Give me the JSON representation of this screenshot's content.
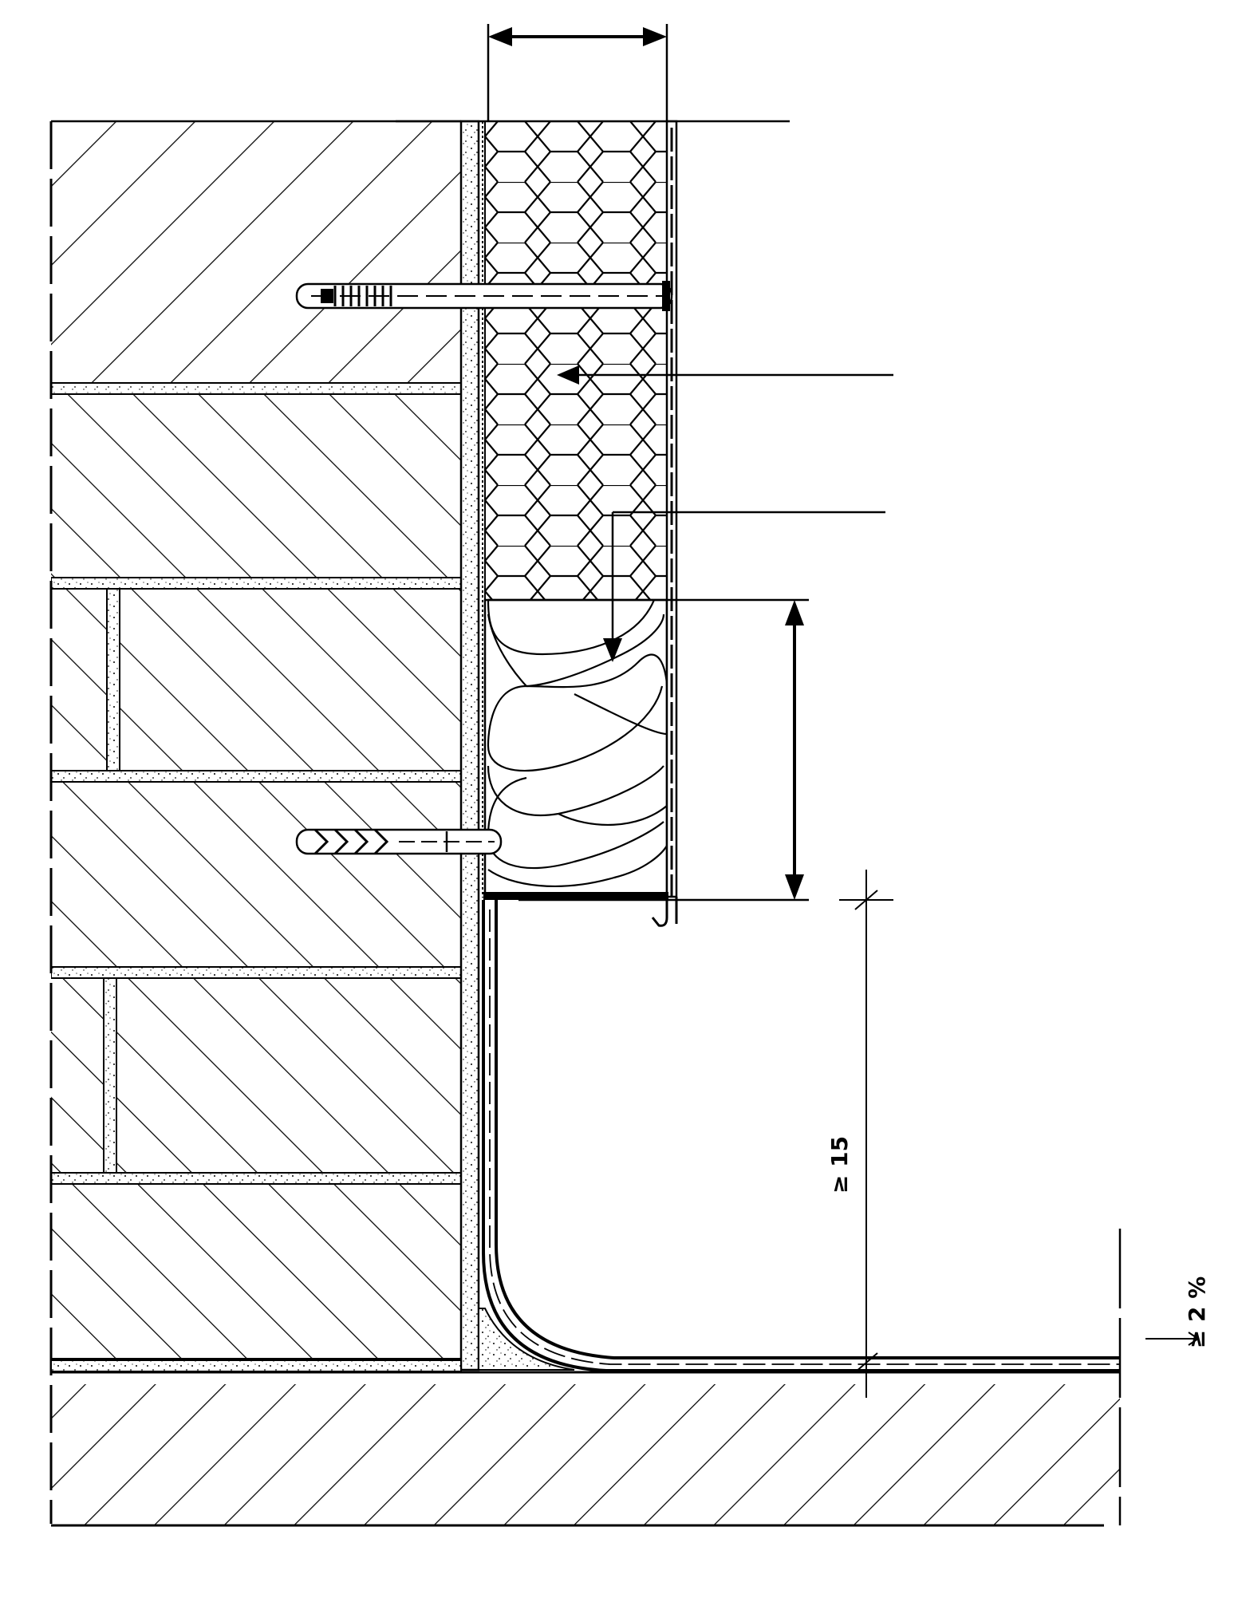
{
  "drawing": {
    "type": "construction detail section",
    "colors": {
      "ink": "#000000",
      "paper": "#ffffff",
      "mortar": "#ffffff"
    },
    "annotations": {
      "min_height": "≥ 15",
      "slope": "≥ 2 %"
    }
  }
}
